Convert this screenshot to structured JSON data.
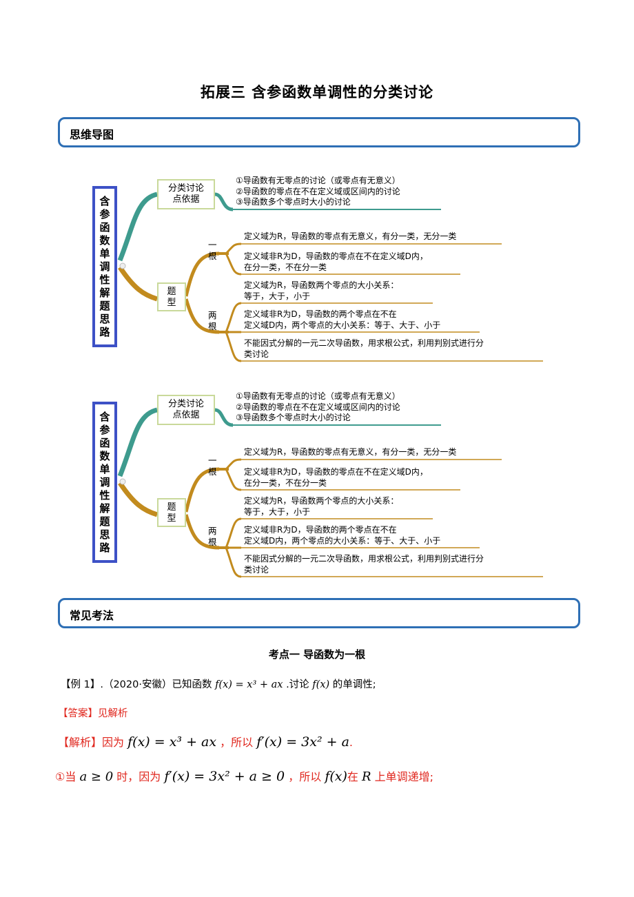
{
  "title": "拓展三  含参函数单调性的分类讨论",
  "section1": "思维导图",
  "section2": "常见考法",
  "mindmap": {
    "root_chars": [
      "含",
      "参",
      "函",
      "数",
      "单",
      "调",
      "性",
      "解",
      "题",
      "思",
      "路"
    ],
    "node1": "分类讨论点依据",
    "node1_line1": "分类讨论",
    "node1_line2": "点依据",
    "node1_items": [
      "①导函数有无零点的讨论（或零点有无意义）",
      "②导函数的零点在不在定义域或区间内的讨论",
      "③导函数多个零点时大小的讨论"
    ],
    "node2": "题型",
    "node2_line1": "题",
    "node2_line2": "型",
    "one_root_label": [
      "一",
      "根"
    ],
    "two_root_label": [
      "两",
      "根"
    ],
    "one_root_items": [
      [
        "定义域为R，导函数的零点有无意义，有分一类，无分一类"
      ],
      [
        "定义域非R为D，导函数的零点在不在定义域D内，",
        "在分一类，不在分一类"
      ]
    ],
    "two_root_items": [
      [
        "定义域为R，导函数两个零点的大小关系：",
        "等于，大于，小于"
      ],
      [
        "定义域非R为D，导函数的两个零点在不在",
        "定义域D内，两个零点的大小关系：等于、大于、小于"
      ],
      [
        "不能因式分解的一元二次导函数，用求根公式，利用判别式进行分",
        "类讨论"
      ]
    ]
  },
  "topic1": "考点一    导函数为一根",
  "example": {
    "prefix": "【例 1】.（2020·安徽）已知函数",
    "func": "f(x) = x³ + ax",
    "mid": ".讨论",
    "func2": "f(x)",
    "suffix": "的单调性;"
  },
  "answer": {
    "label": "【答案】",
    "text": "见解析"
  },
  "analysis": {
    "label": "【解析】",
    "t1": "因为",
    "m1": "f(x) = x³ + ax",
    "t2": "，所以",
    "m2": "f′(x) = 3x² + a",
    "t3": "."
  },
  "case1": {
    "t1": "①当",
    "m1": "a ≥ 0",
    "t2": "时，因为",
    "m2": "f′(x) = 3x² + a ≥ 0",
    "t3": "，所以",
    "m3": "f(x)",
    "t4": "在",
    "m4": "R",
    "t5": "上单调递增;"
  },
  "colors": {
    "box_border": "#2e6fb5",
    "root_border": "#3d51c6",
    "teal": "#3e9b8e",
    "gold": "#c28b1e",
    "red": "#e0261d"
  }
}
